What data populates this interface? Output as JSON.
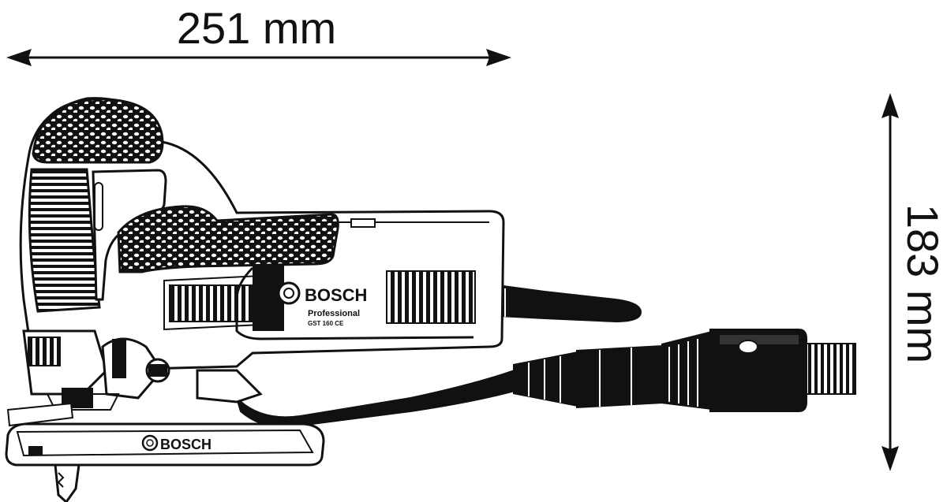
{
  "dimensions": {
    "width_label": "251 mm",
    "height_label": "183 mm"
  },
  "tool": {
    "brand_body": "BOSCH",
    "series": "Professional",
    "model": "GST 160 CE",
    "brand_base": "BOSCH"
  },
  "colors": {
    "ink": "#111111",
    "background": "#ffffff"
  }
}
